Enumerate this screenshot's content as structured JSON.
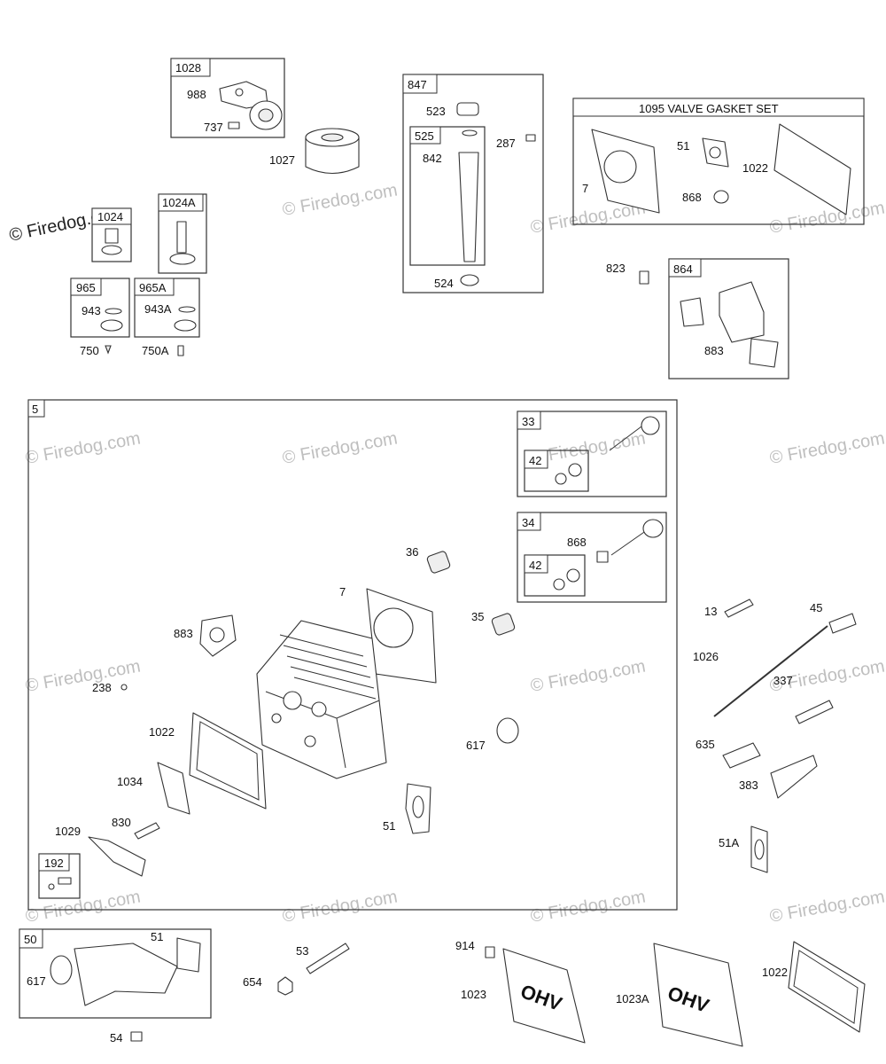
{
  "watermark": "© Firedog.com",
  "labels": {
    "l1028": "1028",
    "l988": "988",
    "l737": "737",
    "l1027": "1027",
    "l1024": "1024",
    "l1024A": "1024A",
    "l965": "965",
    "l943": "943",
    "l965A": "965A",
    "l943A": "943A",
    "l750": "750",
    "l750A": "750A",
    "l847": "847",
    "l523": "523",
    "l525": "525",
    "l842": "842",
    "l287": "287",
    "l524": "524",
    "valve_gasket_set": "1095 VALVE GASKET SET",
    "vg7": "7",
    "vg51": "51",
    "vg1022": "1022",
    "vg868": "868",
    "l823": "823",
    "l864": "864",
    "l883b": "883",
    "l5": "5",
    "l33": "33",
    "l42a": "42",
    "l34": "34",
    "l868": "868",
    "l42b": "42",
    "l36": "36",
    "l7": "7",
    "l35": "35",
    "l883": "883",
    "l238": "238",
    "l1022": "1022",
    "l617": "617",
    "l1034": "1034",
    "l830": "830",
    "l51": "51",
    "l1029": "1029",
    "l192": "192",
    "l13": "13",
    "l45": "45",
    "l1026": "1026",
    "l337": "337",
    "l635": "635",
    "l383": "383",
    "l51A": "51A",
    "l50": "50",
    "l51c": "51",
    "l617c": "617",
    "l54": "54",
    "l53": "53",
    "l654": "654",
    "l914": "914",
    "l1023": "1023",
    "l1023A": "1023A",
    "l1022c": "1022",
    "ohv": "OHV"
  }
}
